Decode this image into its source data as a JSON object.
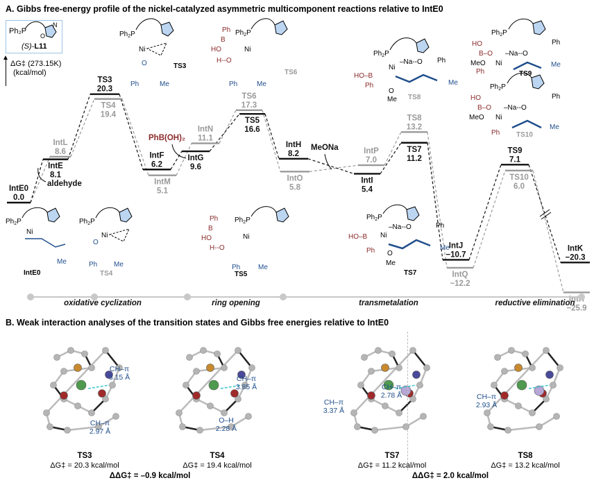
{
  "panelA": {
    "title": "A. Gibbs free-energy profile of the nickel-catalyzed asymmetric multicomponent reactions relative to IntE0",
    "ligand": {
      "ph2p": "Ph₂P",
      "name_prefix": "(S)-",
      "name": "L11"
    },
    "axis_label_line1": "ΔG‡ (273.15K)",
    "axis_label_line2": "(kcal/mol)",
    "reagents": {
      "aldehyde": "aldehyde",
      "boronic_acid": "PhB(OH)₂",
      "base": "MeONa"
    },
    "phases": [
      "oxidative cyclization",
      "ring opening",
      "transmetalation",
      "reductive elimination"
    ],
    "structure_labels": {
      "IntE0": "IntE0",
      "TS3": "TS3",
      "TS4": "TS4",
      "TS5": "TS5",
      "TS6": "TS6",
      "TS7": "TS7",
      "TS8": "TS8",
      "TS9": "TS9",
      "TS10": "TS10"
    },
    "colors": {
      "major_path": "#111111",
      "minor_path": "#9a9a9a",
      "oxazoline_fill": "#bcd6f2",
      "boron_red": "#8b2a2a",
      "chain_blue": "#1f4e8c",
      "axis_dot": "#c8c8c8"
    }
  },
  "chart_data": {
    "type": "energy-profile",
    "title": "Gibbs free-energy profile of the nickel-catalyzed asymmetric multicomponent reactions relative to IntE0",
    "ylabel": "ΔG‡ (273.15K) (kcal/mol)",
    "axis_break_after": "TS9/TS10",
    "series": [
      {
        "name": "major pathway",
        "style": "black",
        "points": [
          {
            "label": "IntE0",
            "value": 0.0
          },
          {
            "label": "IntE",
            "value": 8.1
          },
          {
            "label": "TS3",
            "value": 20.3
          },
          {
            "label": "IntF",
            "value": 6.2
          },
          {
            "label": "IntG",
            "value": 9.6
          },
          {
            "label": "TS5",
            "value": 16.6
          },
          {
            "label": "IntH",
            "value": 8.2
          },
          {
            "label": "IntI",
            "value": 5.4
          },
          {
            "label": "TS7",
            "value": 11.2
          },
          {
            "label": "IntJ",
            "value": -10.7
          },
          {
            "label": "TS9",
            "value": 7.1
          },
          {
            "label": "IntK",
            "value": -20.3
          }
        ]
      },
      {
        "name": "minor pathway",
        "style": "grey",
        "points": [
          {
            "label": "IntE0",
            "value": 0.0
          },
          {
            "label": "IntL",
            "value": 8.6
          },
          {
            "label": "TS4",
            "value": 19.4
          },
          {
            "label": "IntM",
            "value": 5.1
          },
          {
            "label": "IntN",
            "value": 11.1
          },
          {
            "label": "TS6",
            "value": 17.3
          },
          {
            "label": "IntO",
            "value": 5.8
          },
          {
            "label": "IntP",
            "value": 7.0
          },
          {
            "label": "TS8",
            "value": 13.2
          },
          {
            "label": "IntQ",
            "value": -12.2
          },
          {
            "label": "TS10",
            "value": 6.0
          },
          {
            "label": "IntR",
            "value": -25.9
          }
        ]
      }
    ]
  },
  "panelB": {
    "title": "B. Weak interaction analyses of the transition states and Gibbs free energies relative to IntE0",
    "structures": [
      {
        "name": "TS3",
        "dg": "ΔG‡ = 20.3 kcal/mol",
        "interactions": [
          {
            "type": "CH–π",
            "dist": "3.15 Å"
          },
          {
            "type": "CH–π",
            "dist": "2.97 Å"
          }
        ]
      },
      {
        "name": "TS4",
        "dg": "ΔG‡ = 19.4 kcal/mol",
        "interactions": [
          {
            "type": "CH–π",
            "dist": "3.85 Å"
          },
          {
            "type": "O–H",
            "dist": "2.28 Å"
          }
        ]
      },
      {
        "name": "TS7",
        "dg": "ΔG‡ = 11.2 kcal/mol",
        "interactions": [
          {
            "type": "CH–π",
            "dist": "2.78 Å"
          },
          {
            "type": "CH–π",
            "dist": "3.37 Å"
          }
        ]
      },
      {
        "name": "TS8",
        "dg": "ΔG‡ = 13.2 kcal/mol",
        "interactions": [
          {
            "type": "CH–π",
            "dist": "2.93 Å"
          }
        ]
      }
    ],
    "ddg_left": "ΔΔG‡ = –0.9 kcal/mol",
    "ddg_right": "ΔΔG‡ = 2.0 kcal/mol",
    "atom_colors": {
      "carbon": "#b5b5b5",
      "phosphorus": "#c98a2e",
      "nickel": "#4f9a4f",
      "oxygen": "#a02a2a",
      "nitrogen": "#4a4a9a",
      "sodium": "#b7a6d6",
      "boron": "#e8b4b4",
      "contact": "#3cc6d0"
    }
  }
}
